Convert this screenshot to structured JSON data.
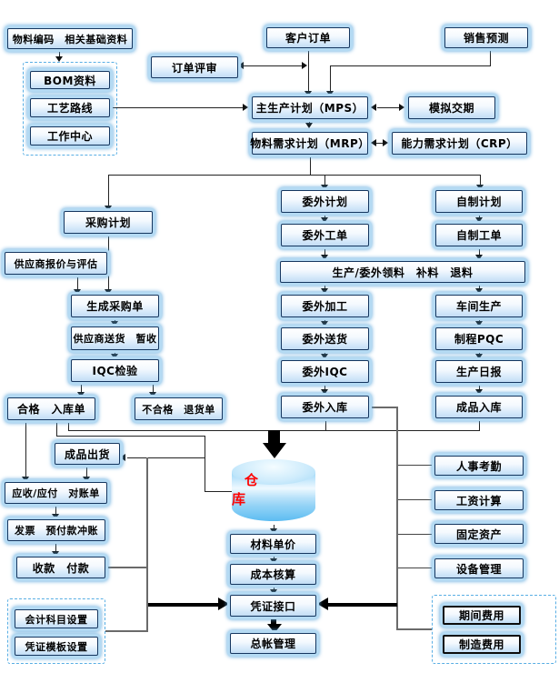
{
  "diagram": {
    "warehouse_label": "仓　库",
    "nodes": {
      "material_code": "物料编码　相关基础资料",
      "customer_order": "客户订单",
      "sales_forecast": "销售预测",
      "order_review": "订单评审",
      "bom": "BOM资料",
      "routing": "工艺路线",
      "work_center": "工作中心",
      "mps": "主生产计划（MPS）",
      "sim_delivery": "模拟交期",
      "mrp": "物料需求计划（MRP）",
      "crp": "能力需求计划（CRP）",
      "purchase_plan": "采购计划",
      "outsource_plan": "委外计划",
      "self_plan": "自制计划",
      "supplier_quote": "供应商报价与评估",
      "outsource_wo": "委外工单",
      "self_wo": "自制工单",
      "material_issue": "生产/委外领料　补料　退料",
      "gen_po": "生成采购单",
      "outsource_process": "委外加工",
      "workshop": "车间生产",
      "supplier_delivery": "供应商送货　暂收",
      "outsource_delivery": "委外送货",
      "process_pqc": "制程PQC",
      "iqc": "IQC检验",
      "outsource_iqc": "委外IQC",
      "prod_daily": "生产日报",
      "qualified": "合格　入库单",
      "unqualified": "不合格　退货单",
      "outsource_in": "委外入库",
      "finished_in": "成品入库",
      "finished_ship": "成品出货",
      "ar_ap": "应收/应付　对账单",
      "invoice": "发票　预付款冲账",
      "payment": "收款　付款",
      "material_price": "材料单价",
      "cost_acct": "成本核算",
      "voucher_if": "凭证接口",
      "gl": "总帐管理",
      "hr": "人事考勤",
      "salary": "工资计算",
      "fixed_assets": "固定资产",
      "equipment": "设备管理",
      "period_exp": "期间费用",
      "mfg_exp": "制造费用",
      "acct_subjects": "会计科目设置",
      "voucher_tpl": "凭证模板设置"
    },
    "colors": {
      "box_border": "#15365f",
      "box_glow": "#57a3da",
      "dashed_border": "#58aee4",
      "warehouse_text": "#ff0000",
      "connector": "#222222",
      "bus": "#6a6a6a",
      "thick_arrow": "#000000"
    }
  }
}
